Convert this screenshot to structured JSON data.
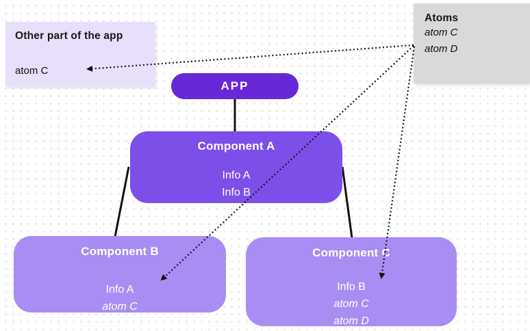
{
  "colors": {
    "app_pill": "#6828d8",
    "component_a": "#7d4fe9",
    "component_b_c": "#a98df3",
    "other_part_bg": "#e8e0fa",
    "atoms_bg": "#d9d9d9",
    "connector_line": "#111111",
    "dot_grid": "#e6dee6",
    "node_text": "#ffffff"
  },
  "other_part_box": {
    "title": "Other part of the app",
    "items": [
      "atom C"
    ]
  },
  "atoms_box": {
    "title": "Atoms",
    "items": [
      "atom C",
      "atom D"
    ]
  },
  "app_node": {
    "label": "APP"
  },
  "components": {
    "a": {
      "title": "Component A",
      "lines": [
        "Info A",
        "Info B"
      ]
    },
    "b": {
      "title": "Component B",
      "lines": [
        "Info A",
        "atom C"
      ]
    },
    "c": {
      "title": "Component C",
      "lines": [
        "Info B",
        "atom C",
        "atom D"
      ]
    }
  }
}
